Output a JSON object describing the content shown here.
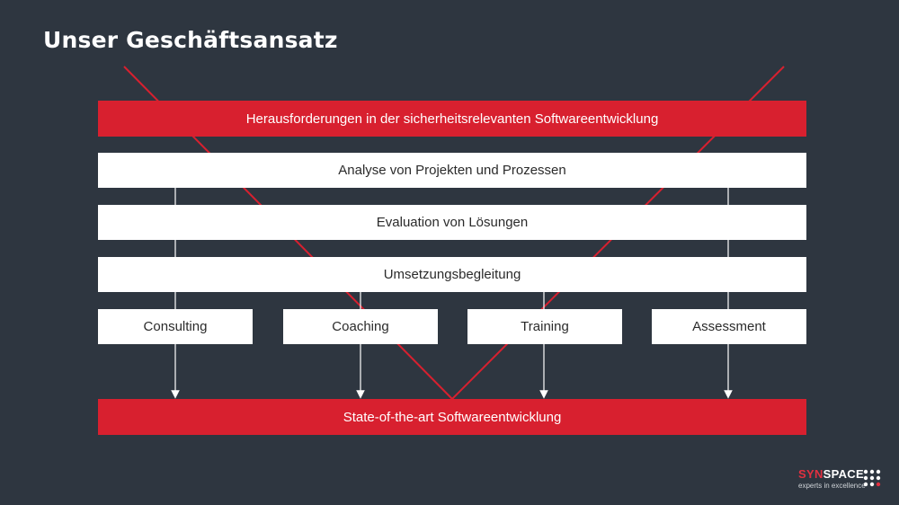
{
  "slide": {
    "title": "Unser Geschäftsansatz"
  },
  "diagram": {
    "top_bar": "Herausforderungen in der sicherheitsrelevanten Softwareentwicklung",
    "layers": [
      "Analyse von Projekten und Prozessen",
      "Evaluation von Lösungen",
      "Umsetzungsbegleitung"
    ],
    "services": [
      "Consulting",
      "Coaching",
      "Training",
      "Assessment"
    ],
    "bottom_bar": "State-of-the-art Softwareentwicklung"
  },
  "logo": {
    "brand_part1": "SYN",
    "brand_part2": "SPACE",
    "tagline": "experts in excellence"
  },
  "colors": {
    "background": "#2e3640",
    "accent_red": "#d8202f",
    "box_white": "#ffffff",
    "arrow": "#ffffff"
  }
}
